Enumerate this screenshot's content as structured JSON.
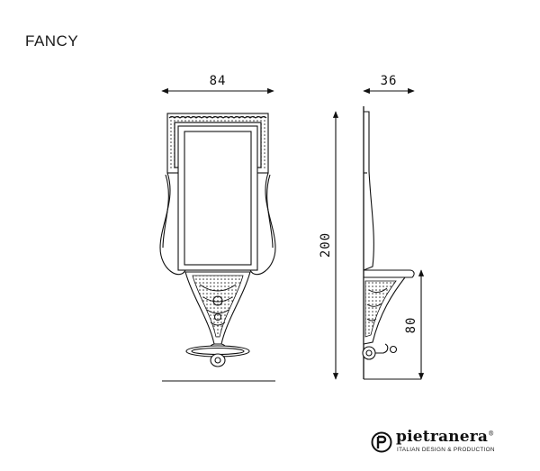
{
  "product": {
    "name": "FANCY"
  },
  "dimensions": {
    "front_width": "84",
    "side_depth": "36",
    "total_height": "200",
    "shelf_height": "80"
  },
  "brand": {
    "name": "pietranera",
    "registered_mark": "®",
    "tagline": "ITALIAN DESIGN & PRODUCTION"
  },
  "colors": {
    "line": "#111111",
    "background": "#ffffff"
  },
  "icons": [
    "brand-logo-icon"
  ]
}
